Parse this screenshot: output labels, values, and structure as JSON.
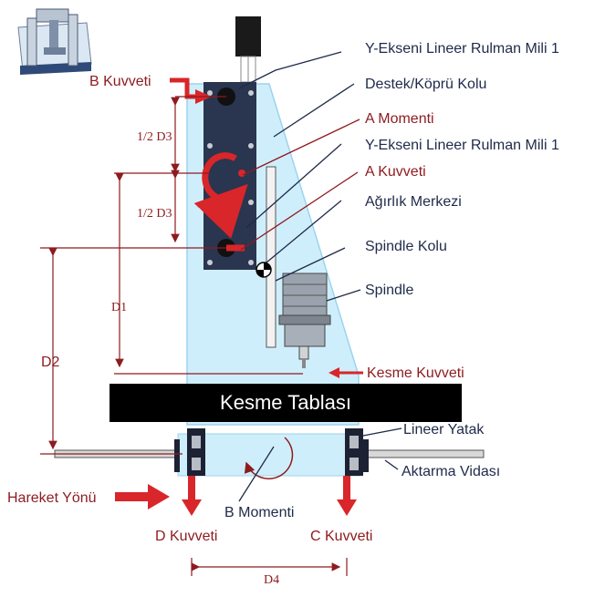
{
  "labels": {
    "y_axis_shaft_top": "Y-Ekseni Lineer Rulman Mili 1",
    "support_arm": "Destek/Köprü Kolu",
    "a_moment": "A Momenti",
    "y_axis_shaft_mid": "Y-Ekseni Lineer Rulman Mili 1",
    "a_force": "A Kuvveti",
    "center_of_gravity": "Ağırlık Merkezi",
    "spindle_arm": "Spindle Kolu",
    "spindle": "Spindle",
    "cutting_force": "Kesme Kuvveti",
    "cutting_table": "Kesme Tablası",
    "linear_bearing": "Lineer Yatak",
    "drive_screw": "Aktarma Vidası",
    "movement_direction": "Hareket Yönü",
    "b_moment": "B Momenti",
    "d_force": "D Kuvveti",
    "c_force": "C Kuvveti",
    "b_force": "B Kuvveti"
  },
  "dimensions": {
    "half_d3_top": "1/2 D3",
    "half_d3_bottom": "1/2 D3",
    "d1": "D1",
    "d2": "D2",
    "d4": "D4"
  },
  "colors": {
    "navy": "#1f2a4a",
    "dark_red": "#8e1b1f",
    "bright_red": "#d8262a",
    "plate": "#2a3550",
    "glass": "#cfeefb",
    "table": "#000000"
  },
  "icons": {
    "thumbnail": "cnc-machine-thumbnail-icon"
  }
}
